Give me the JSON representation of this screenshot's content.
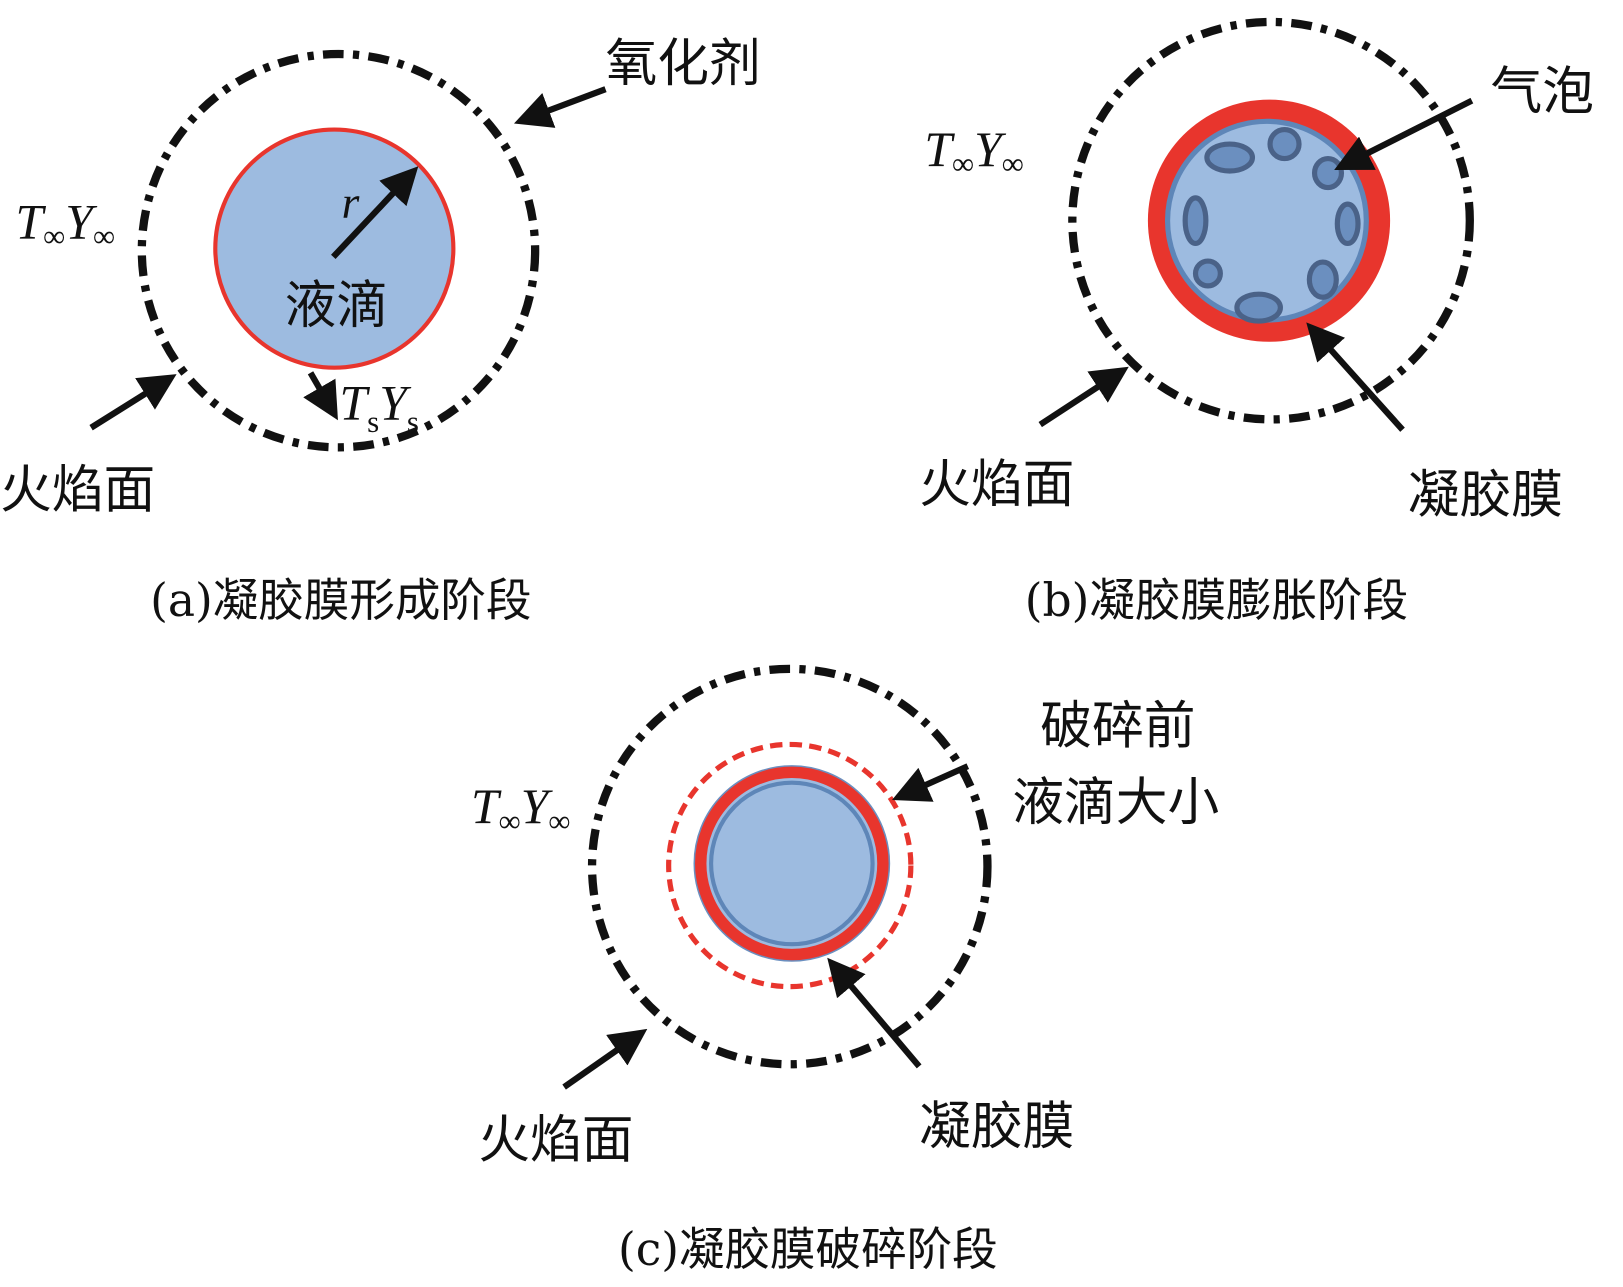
{
  "symbols": {
    "T": "T",
    "Y": "Y",
    "inf": "∞",
    "s": "s",
    "r": "r"
  },
  "panel_a": {
    "caption": "(a)凝胶膜形成阶段",
    "droplet_label": "液滴",
    "oxidizer_label": "氧化剂",
    "flame_label": "火焰面"
  },
  "panel_b": {
    "caption": "(b)凝胶膜膨胀阶段",
    "bubble_label": "气泡",
    "gel_label": "凝胶膜",
    "flame_label": "火焰面"
  },
  "panel_c": {
    "caption": "(c)凝胶膜破碎阶段",
    "pre_size_line1": "破碎前",
    "pre_size_line2": "液滴大小",
    "gel_label": "凝胶膜",
    "flame_label": "火焰面"
  },
  "colors": {
    "droplet": "#9dbbe0",
    "gel": "#e8352d",
    "bubble": "#6b8fbf",
    "bubble_edge": "#4a6288"
  }
}
